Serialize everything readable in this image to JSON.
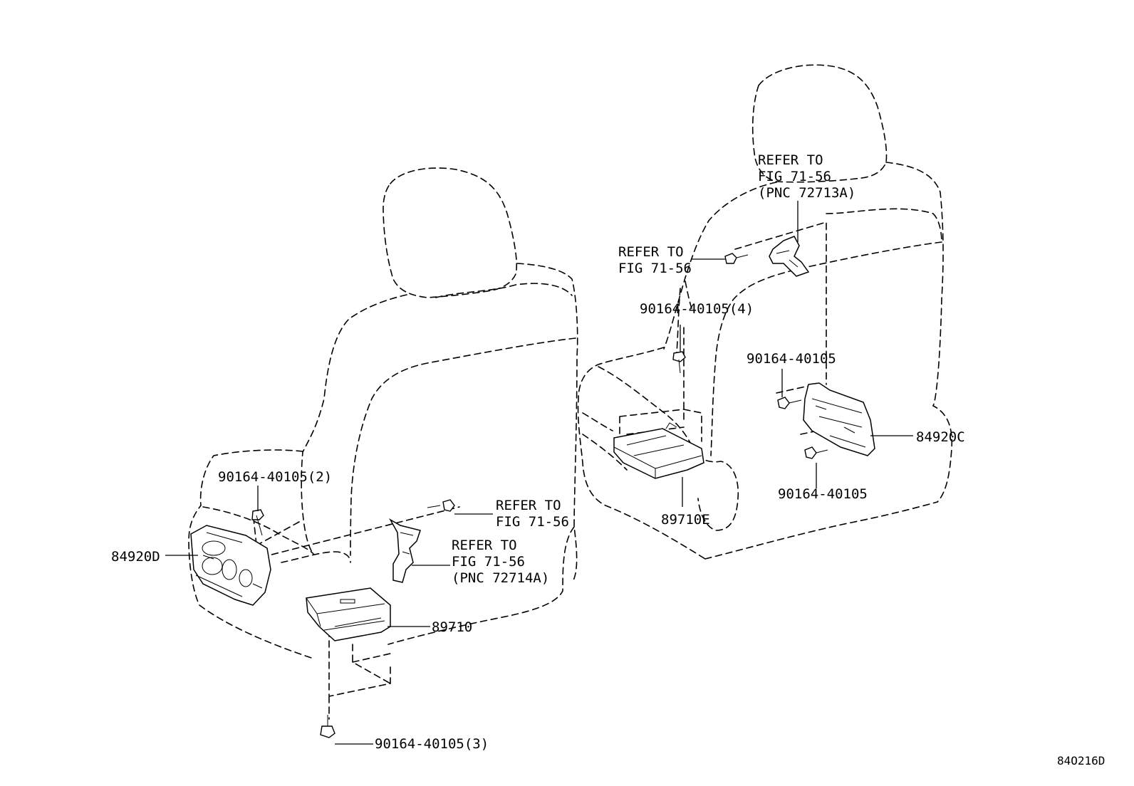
{
  "diagram": {
    "drawing_id": "84O216D",
    "callouts": {
      "left_seat": {
        "switch_part": "84920D",
        "ecu_part": "89710",
        "bolt_top": "90164-40105(2)",
        "bolt_bottom": "90164-40105(3)",
        "refer_a_line1": "REFER TO",
        "refer_a_line2": "FIG 71-56",
        "refer_b_line1": "REFER TO",
        "refer_b_line2": "FIG 71-56",
        "refer_b_line3": "(PNC 72714A)"
      },
      "right_seat": {
        "switch_part": "84920C",
        "ecu_part": "89710E",
        "bolt_ecu": "90164-40105(4)",
        "bolt_upper": "90164-40105",
        "bolt_lower": "90164-40105",
        "refer_a_line1": "REFER TO",
        "refer_a_line2": "FIG 71-56",
        "refer_a_line3": "(PNC 72713A)",
        "refer_b_line1": "REFER TO",
        "refer_b_line2": "FIG 71-56"
      }
    }
  }
}
